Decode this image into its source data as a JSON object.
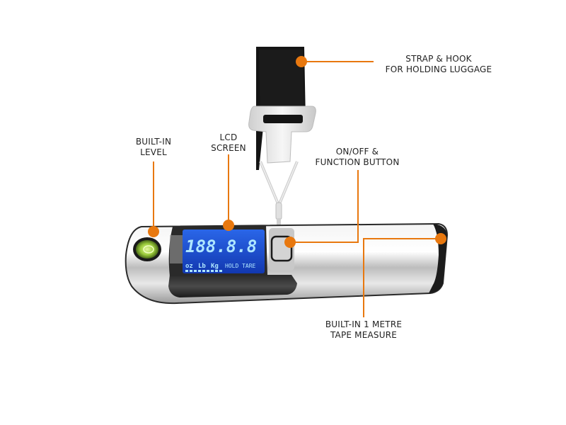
{
  "colors": {
    "accent": "#e8780f",
    "text": "#222222",
    "lcd_bg": "#1c4fd6",
    "lcd_digits": "#aee6ff",
    "strap": "#151515",
    "body_silver": "#d9d9d9"
  },
  "callouts": [
    {
      "id": "strap",
      "lines": [
        "STRAP & HOOK",
        "FOR HOLDING LUGGAGE"
      ]
    },
    {
      "id": "level",
      "lines": [
        "BUILT-IN",
        "LEVEL"
      ]
    },
    {
      "id": "lcd",
      "lines": [
        "LCD",
        "SCREEN"
      ]
    },
    {
      "id": "button",
      "lines": [
        "ON/OFF &",
        "FUNCTION BUTTON"
      ]
    },
    {
      "id": "tape",
      "lines": [
        "BUILT-IN 1 METRE",
        "TAPE MEASURE"
      ]
    }
  ],
  "lcd": {
    "reading": "188.8.8",
    "units": [
      "oz",
      "Lb",
      "Kg"
    ],
    "status": "HOLD TARE"
  },
  "icons": {
    "callout_dot": "orange-circle-marker",
    "level_bubble": "spirit-level-bubble-icon",
    "power_button": "power-button-icon"
  }
}
